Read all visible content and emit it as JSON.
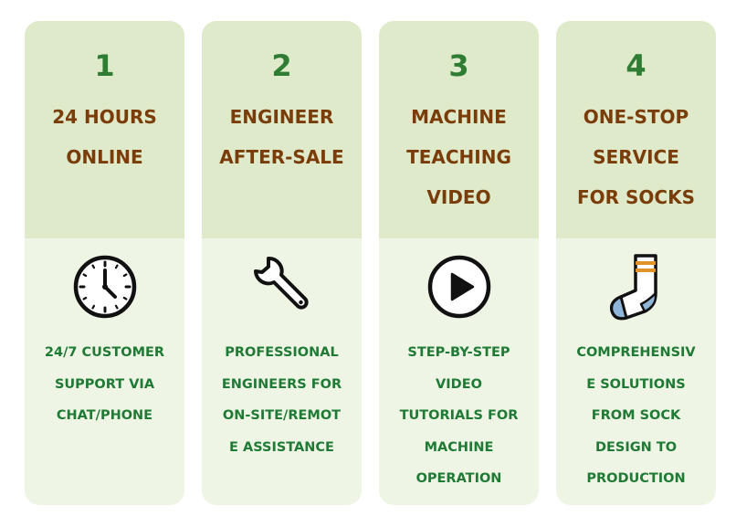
{
  "cards": [
    {
      "number": "1",
      "title_lines": [
        "24 HOURS",
        "ONLINE"
      ],
      "icon": "clock-icon",
      "desc_lines": [
        "24/7 CUSTOMER",
        "SUPPORT VIA",
        "CHAT/PHONE"
      ]
    },
    {
      "number": "2",
      "title_lines": [
        "ENGINEER",
        "AFTER-SALE"
      ],
      "icon": "wrench-icon",
      "desc_lines": [
        "PROFESSIONAL",
        "ENGINEERS FOR",
        "ON-SITE/REMOT",
        "E ASSISTANCE"
      ]
    },
    {
      "number": "3",
      "title_lines": [
        "MACHINE",
        "TEACHING",
        "VIDEO"
      ],
      "icon": "play-icon",
      "desc_lines": [
        "STEP-BY-STEP",
        "VIDEO",
        "TUTORIALS FOR",
        "MACHINE",
        "OPERATION"
      ]
    },
    {
      "number": "4",
      "title_lines": [
        "ONE-STOP",
        "SERVICE",
        "FOR SOCKS"
      ],
      "icon": "sock-icon",
      "desc_lines": [
        "COMPREHENSIV",
        "E SOLUTIONS",
        "FROM SOCK",
        "DESIGN TO",
        "PRODUCTION"
      ]
    }
  ],
  "colors": {
    "number": "#2e7d32",
    "title": "#7a3d0a",
    "description": "#1e7a34",
    "card_top": "#dfeacb",
    "card_bottom": "#eef5e4"
  }
}
